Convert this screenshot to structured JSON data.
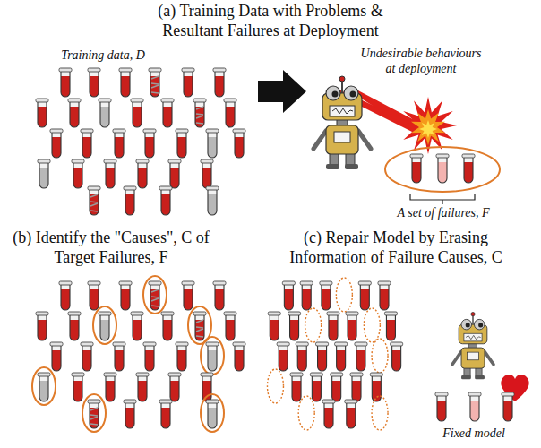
{
  "diagram": {
    "labels": [
      "(a) Training Data with Problems & Resultant Failures at Deployment",
      "Training data, D",
      "Undesirable behaviours at deployment",
      "A set of failures, F",
      "(b) Identify the \"Causes\", C of Target Failures, F",
      "(c) Repair Model by Erasing Information of Failure Causes, C",
      "Fixed model"
    ]
  }
}
